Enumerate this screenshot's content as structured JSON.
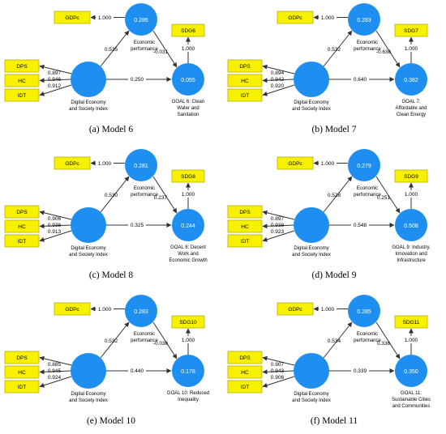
{
  "colors": {
    "indicator_fill": "#f7f000",
    "indicator_stroke": "#b8b000",
    "construct_fill": "#1e8ff0",
    "arrow": "#333333"
  },
  "models": [
    {
      "caption": "(a) Model 6",
      "econ_label": [
        "Economic",
        "performance"
      ],
      "desei_label": [
        "Digital Economy",
        "and Society Index"
      ],
      "goal_label": [
        "GOAL 6: Clean",
        "Water and",
        "Sanitation"
      ],
      "gdpc": {
        "label": "GDPc",
        "loading": "1.000"
      },
      "sdg": {
        "label": "SDG6",
        "loading": "1.000"
      },
      "econ_r2": "0.286",
      "goal_r2": "0.055",
      "path_desei_econ": "0.535",
      "path_econ_goal": "-0.031",
      "path_desei_goal": "0.250",
      "dimensions": [
        {
          "label": "DPS",
          "loading": "0.897"
        },
        {
          "label": "HC",
          "loading": "0.946"
        },
        {
          "label": "IDT",
          "loading": "0.912"
        }
      ]
    },
    {
      "caption": "(b) Model 7",
      "econ_label": [
        "Economic",
        "performance"
      ],
      "desei_label": [
        "Digital Economy",
        "and Society Index"
      ],
      "goal_label": [
        "GOAL 7:",
        "Affordable and",
        "Clean Energy"
      ],
      "gdpc": {
        "label": "GDPc",
        "loading": "1.000"
      },
      "sdg": {
        "label": "SDG7",
        "loading": "1.000"
      },
      "econ_r2": "0.283",
      "goal_r2": "0.382",
      "path_desei_econ": "0.532",
      "path_econ_goal": "-0.636",
      "path_desei_goal": "0.640",
      "dimensions": [
        {
          "label": "DPS",
          "loading": "0.894"
        },
        {
          "label": "HC",
          "loading": "0.942"
        },
        {
          "label": "IDT",
          "loading": "0.920"
        }
      ]
    },
    {
      "caption": "(c) Model 8",
      "econ_label": [
        "Economic",
        "performance"
      ],
      "desei_label": [
        "Digital Economy",
        "and Society Index"
      ],
      "goal_label": [
        "GOAL 8: Decent",
        "Work and",
        "Economic Growth"
      ],
      "gdpc": {
        "label": "GDPc",
        "loading": "1.000"
      },
      "sdg": {
        "label": "SDG8",
        "loading": "1.000"
      },
      "econ_r2": "0.281",
      "goal_r2": "0.244",
      "path_desei_econ": "0.530",
      "path_econ_goal": "0.237",
      "path_desei_goal": "0.325",
      "dimensions": [
        {
          "label": "DPS",
          "loading": "0.906"
        },
        {
          "label": "HC",
          "loading": "0.938"
        },
        {
          "label": "IDT",
          "loading": "0.913"
        }
      ]
    },
    {
      "caption": "(d) Model 9",
      "econ_label": [
        "Economic",
        "performance"
      ],
      "desei_label": [
        "Digital Economy",
        "and Society Index"
      ],
      "goal_label": [
        "GOAL 9: Industry,",
        "Innovation and",
        "Infrastructure"
      ],
      "gdpc": {
        "label": "GDPc",
        "loading": "1.000"
      },
      "sdg": {
        "label": "SDG9",
        "loading": "1.000"
      },
      "econ_r2": "0.279",
      "goal_r2": "0.508",
      "path_desei_econ": "0.528",
      "path_econ_goal": "0.251",
      "path_desei_goal": "0.548",
      "dimensions": [
        {
          "label": "DPS",
          "loading": "0.897"
        },
        {
          "label": "HC",
          "loading": "0.938"
        },
        {
          "label": "IDT",
          "loading": "0.923"
        }
      ]
    },
    {
      "caption": "(e) Model 10",
      "econ_label": [
        "Economic",
        "performance"
      ],
      "desei_label": [
        "Digital Economy",
        "and Society Index"
      ],
      "goal_label": [
        "GOAL 10: Reduced",
        "Inequality"
      ],
      "gdpc": {
        "label": "GDPc",
        "loading": "1.000"
      },
      "sdg": {
        "label": "SDG10",
        "loading": "1.000"
      },
      "econ_r2": "0.283",
      "goal_r2": "0.178",
      "path_desei_econ": "0.532",
      "path_econ_goal": "-0.036",
      "path_desei_goal": "0.440",
      "dimensions": [
        {
          "label": "DPS",
          "loading": "0.885"
        },
        {
          "label": "HC",
          "loading": "0.945"
        },
        {
          "label": "IDT",
          "loading": "0.924"
        }
      ]
    },
    {
      "caption": "(f) Model 11",
      "econ_label": [
        "Economic",
        "performance"
      ],
      "desei_label": [
        "Digital Economy",
        "and Society Index"
      ],
      "goal_label": [
        "GOAL 11:",
        "Sustainable Cities",
        "and Communities"
      ],
      "gdpc": {
        "label": "GDPc",
        "loading": "1.000"
      },
      "sdg": {
        "label": "SDG11",
        "loading": "1.000"
      },
      "econ_r2": "0.285",
      "goal_r2": "0.350",
      "path_desei_econ": "0.534",
      "path_econ_goal": "0.336",
      "path_desei_goal": "0.339",
      "dimensions": [
        {
          "label": "DPS",
          "loading": "0.907"
        },
        {
          "label": "HC",
          "loading": "0.943"
        },
        {
          "label": "IDT",
          "loading": "0.906"
        }
      ]
    }
  ]
}
